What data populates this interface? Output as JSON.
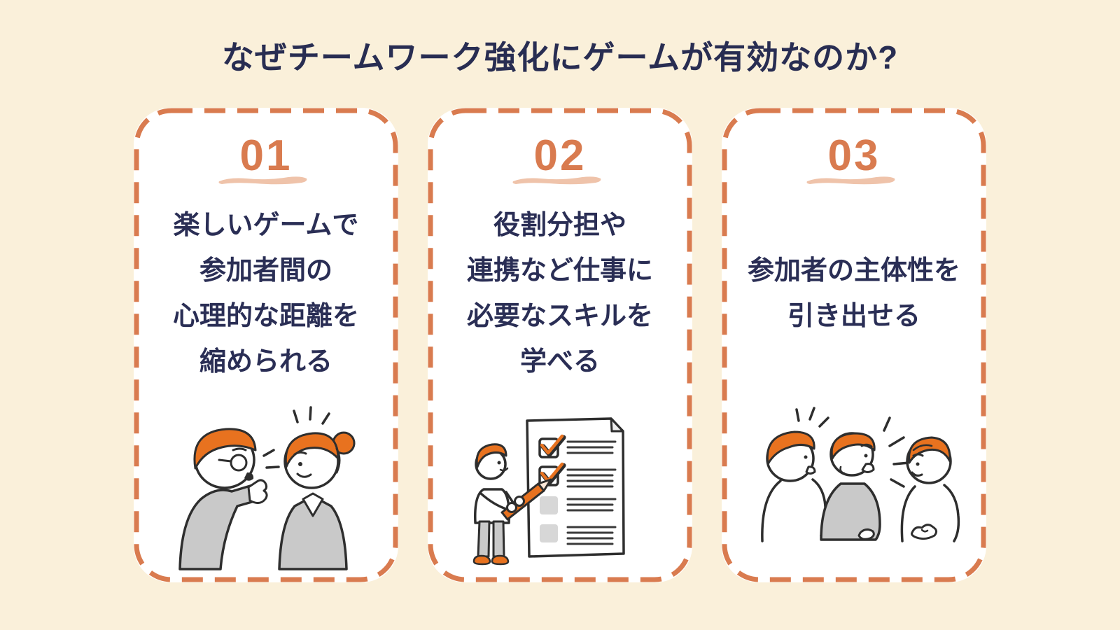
{
  "title": "なぜチームワーク強化にゲームが有効なのか?",
  "colors": {
    "background": "#FAF0DA",
    "card_background": "#FFFFFF",
    "dashed_border_orange": "#D97B4F",
    "number_orange": "#D97B4F",
    "brush_underline": "#EFC3AA",
    "text_navy": "#2A2E55",
    "illustration_orange": "#E8721F",
    "illustration_gray": "#C9C9C9",
    "illustration_line": "#2E2E2E"
  },
  "cards": [
    {
      "number": "01",
      "lines": [
        "楽しいゲームで",
        "参加者間の",
        "心理的な距離を",
        "縮められる"
      ],
      "illustration": "two-people-talking"
    },
    {
      "number": "02",
      "lines": [
        "役割分担や",
        "連携など仕事に",
        "必要なスキルを",
        "学べる"
      ],
      "illustration": "person-checking-list"
    },
    {
      "number": "03",
      "lines": [
        "参加者の主体性を",
        "引き出せる"
      ],
      "illustration": "three-people-talking"
    }
  ]
}
